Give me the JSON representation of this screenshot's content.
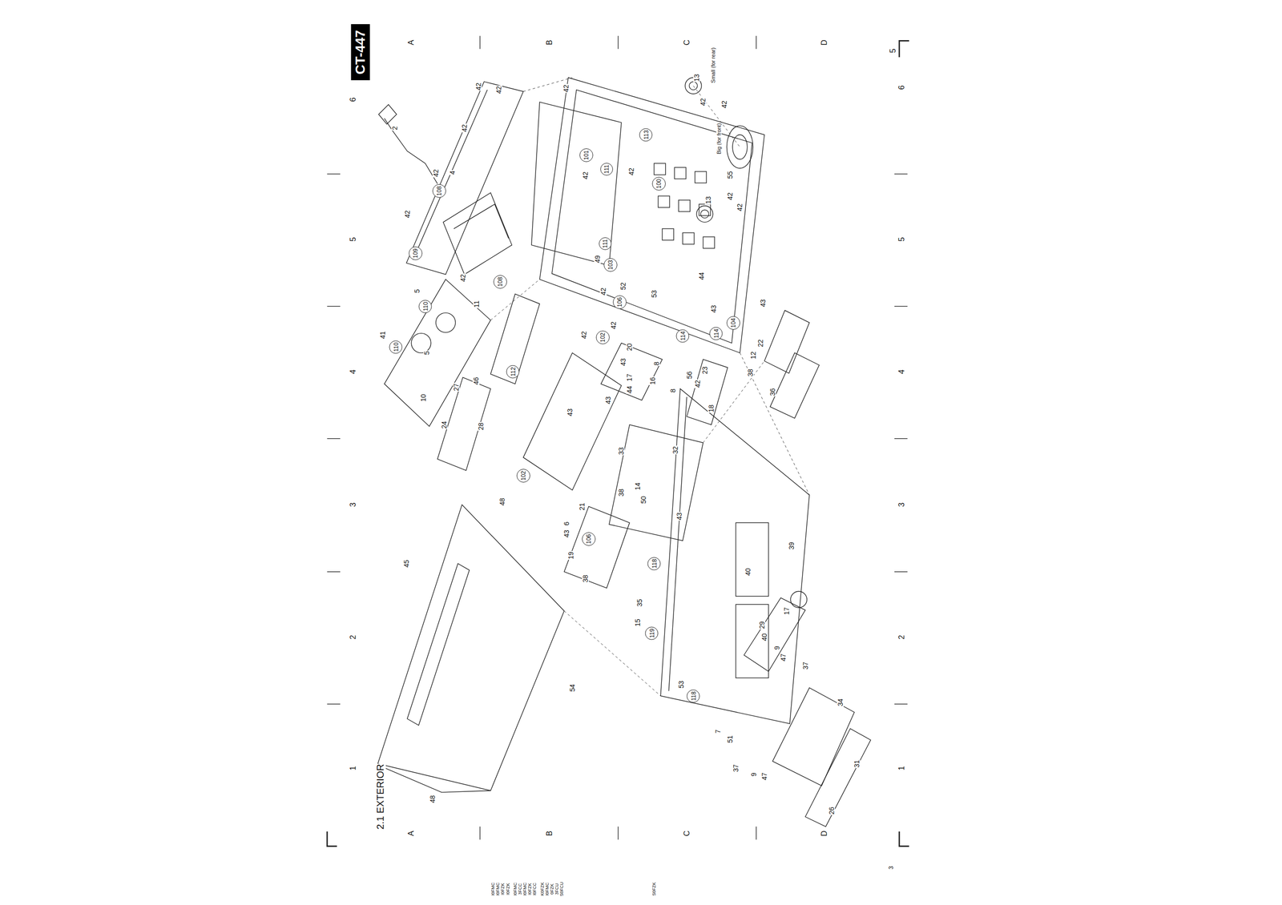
{
  "diagram": {
    "title": "2.1 EXTERIOR",
    "nodes": [
      {
        "text": [
          "CT-447"
        ]
      }
    ],
    "labels": [
      "A",
      "B",
      "C",
      "D",
      "A",
      "B",
      "C",
      "D",
      "6",
      "5",
      "4",
      "3",
      "2",
      "1",
      "6",
      "5",
      "4",
      "3",
      "2",
      "1",
      "5",
      "3",
      "2",
      "42",
      "42",
      "42",
      "42",
      "42",
      "109",
      "42",
      "4",
      "108",
      "108",
      "41",
      "110",
      "5",
      "110",
      "5",
      "10",
      "27",
      "24",
      "46",
      "28",
      "11",
      "112",
      "45",
      "48",
      "48",
      "54",
      "42",
      "101",
      "42",
      "111",
      "42",
      "111",
      "103",
      "49",
      "42",
      "42",
      "52",
      "106",
      "42",
      "102",
      "17",
      "44",
      "43",
      "43",
      "102",
      "38",
      "21",
      "6",
      "43",
      "19",
      "106",
      "38",
      "35",
      "15",
      "33",
      "14",
      "50",
      "43",
      "20",
      "16",
      "8",
      "8",
      "113",
      "100",
      "44",
      "53",
      "114",
      "114",
      "56",
      "42",
      "23",
      "18",
      "32",
      "43",
      "118",
      "119",
      "53",
      "118",
      "39",
      "40",
      "40",
      "17",
      "13",
      "42",
      "42",
      "55",
      "13",
      "42",
      "42",
      "43",
      "104",
      "43",
      "22",
      "12",
      "38",
      "36",
      "29",
      "9",
      "47",
      "37",
      "34",
      "31",
      "26",
      "7",
      "51",
      "37",
      "9",
      "47",
      "Small (for rear)",
      "Big (for front)",
      "I0FMC",
      "I0FMC",
      "I0FZK",
      "I0FZK",
      "I0FMC",
      "3FCC",
      "I0FMC",
      "I0FZK",
      "I0FCC",
      "K0FZK",
      "I0FMC",
      "0FZK",
      "3FCU",
      "S0FCU",
      "S0FZK"
    ]
  }
}
